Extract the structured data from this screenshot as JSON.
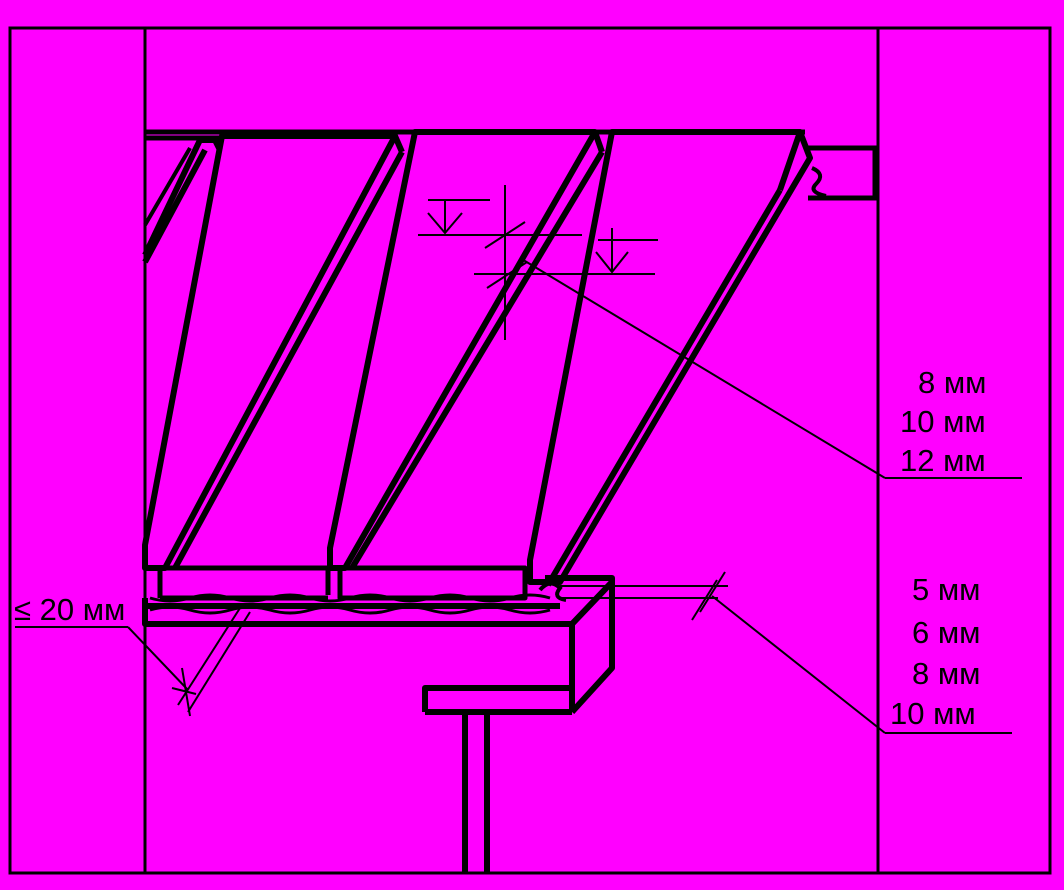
{
  "background_color": "#ff00ff",
  "line_color": "#000000",
  "callouts": {
    "top_right": [
      "8 мм",
      "10 мм",
      "12 мм"
    ],
    "bottom_right": [
      "5 мм",
      "6 мм",
      "8 мм",
      "10 мм"
    ],
    "left": "≤ 20 мм"
  }
}
